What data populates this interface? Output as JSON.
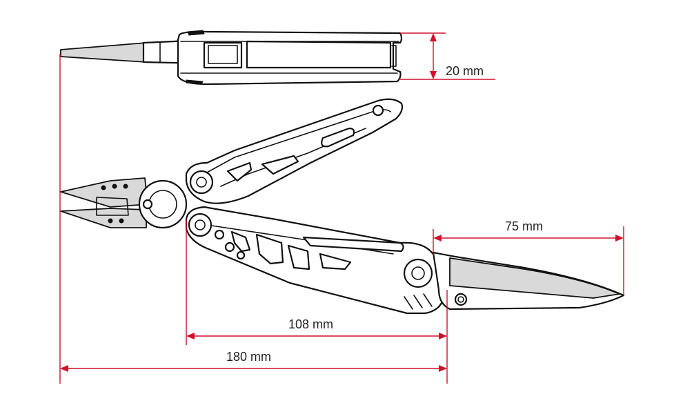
{
  "diagram": {
    "dimensions": {
      "height": "20 mm",
      "blade_length": "75 mm",
      "handle_length": "108 mm",
      "total_length": "180 mm"
    },
    "colors": {
      "dimension_line": "#d0112b",
      "outline": "#111111",
      "metal_fill": "#d9d9d9",
      "label_text": "#222222"
    }
  }
}
